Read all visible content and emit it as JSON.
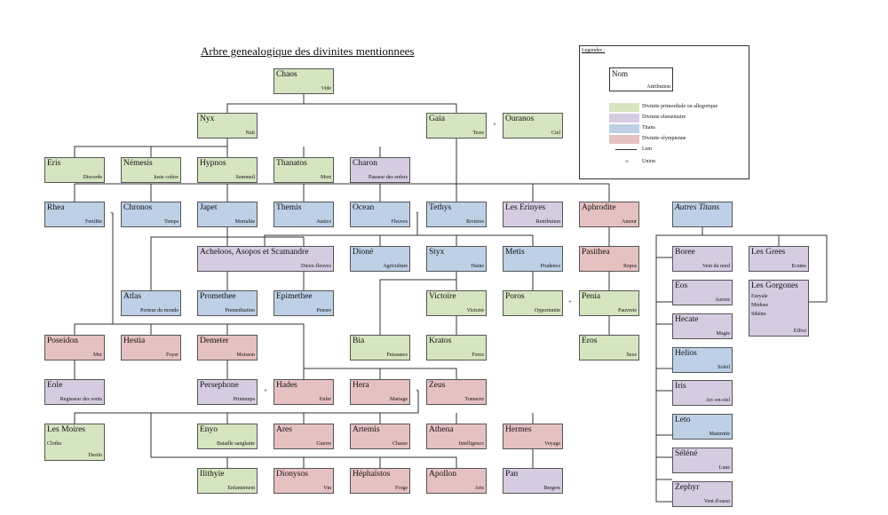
{
  "title": "Arbre genealogique des divinites mentionnees",
  "legend": {
    "title": "Legendes :",
    "sample_name": "Nom",
    "sample_attr": "Attribution",
    "primordial": "Divinite primordiale ou allegorique",
    "elementaire": "Divinite elementaire",
    "titans": "Titans",
    "olympienne": "Divinite olympienne",
    "lien": "Lien",
    "union": "Union",
    "plus": "+"
  },
  "colors": {
    "primordial": "#d5e5c0",
    "elementaire": "#d6cce2",
    "titan": "#bdd0e6",
    "olympien": "#e6c1c1"
  },
  "plus_sign": "+",
  "nodes": {
    "chaos": {
      "name": "Chaos",
      "attr": "Vide"
    },
    "nyx": {
      "name": "Nyx",
      "attr": "Nuit"
    },
    "gaia": {
      "name": "Gaia",
      "attr": "Terre"
    },
    "ouranos": {
      "name": "Ouranos",
      "attr": "Ciel"
    },
    "eris": {
      "name": "Eris",
      "attr": "Discorde"
    },
    "nemesis": {
      "name": "Némesis",
      "attr": "Juste colère"
    },
    "hypnos": {
      "name": "Hypnos",
      "attr": "Sommeil"
    },
    "thanatos": {
      "name": "Thanatos",
      "attr": "Mort"
    },
    "charon": {
      "name": "Charon",
      "attr": "Passeur des enfers"
    },
    "rhea": {
      "name": "Rhea",
      "attr": "Fertilite"
    },
    "chronos": {
      "name": "Chronos",
      "attr": "Temps"
    },
    "japet": {
      "name": "Japet",
      "attr": "Mortalite"
    },
    "themis": {
      "name": "Themis",
      "attr": "Justice"
    },
    "ocean": {
      "name": "Ocean",
      "attr": "Fleuves"
    },
    "tethys": {
      "name": "Tethys",
      "attr": "Rivieres"
    },
    "erinyes": {
      "name": "Les Erinyes",
      "attr": "Retribution"
    },
    "aphrodite": {
      "name": "Aphrodite",
      "attr": "Amour"
    },
    "autres_titans": {
      "name": "Autres Titans",
      "attr": ""
    },
    "acheloos": {
      "name": "Acheloos, Asopos et Scamandre",
      "attr": "Dieux-fleuves"
    },
    "dione": {
      "name": "Dioné",
      "attr": "Agriculture"
    },
    "styx": {
      "name": "Styx",
      "attr": "Haine"
    },
    "metis": {
      "name": "Metis",
      "attr": "Prudence"
    },
    "pasithea": {
      "name": "Pasithea",
      "attr": "Repos"
    },
    "boree": {
      "name": "Boree",
      "attr": "Vent du nord"
    },
    "grees": {
      "name": "Les Grees",
      "attr": "Ecume"
    },
    "atlas": {
      "name": "Atlas",
      "attr": "Porteur du monde"
    },
    "promethee": {
      "name": "Promethee",
      "attr": "Premeditation"
    },
    "epimethee": {
      "name": "Epimethee",
      "attr": "Pensee"
    },
    "victoire": {
      "name": "Victoire",
      "attr": "Victoire"
    },
    "poros": {
      "name": "Poros",
      "attr": "Opportunite"
    },
    "penia": {
      "name": "Penia",
      "attr": "Pauvrete"
    },
    "eos": {
      "name": "Eos",
      "attr": "Aurore"
    },
    "gorgones": {
      "name": "Les Gorgones",
      "lines": [
        "Euryale",
        "Méduse",
        "Sthéno"
      ],
      "attr": "Effroi"
    },
    "poseidon": {
      "name": "Poseidon",
      "attr": "Mer"
    },
    "hestia": {
      "name": "Hestia",
      "attr": "Foyer"
    },
    "demeter": {
      "name": "Demeter",
      "attr": "Moisson"
    },
    "bia": {
      "name": "Bia",
      "attr": "Puissance"
    },
    "kratos": {
      "name": "Kratos",
      "attr": "Force"
    },
    "eros": {
      "name": "Eros",
      "attr": "Sexe"
    },
    "hecate": {
      "name": "Hecate",
      "attr": "Magie"
    },
    "helios": {
      "name": "Helios",
      "attr": "Soleil"
    },
    "eole": {
      "name": "Eole",
      "attr": "Regisseur des vents"
    },
    "persephone": {
      "name": "Persephone",
      "attr": "Printemps"
    },
    "hades": {
      "name": "Hades",
      "attr": "Enfer"
    },
    "hera": {
      "name": "Hera",
      "attr": "Mariage"
    },
    "zeus": {
      "name": "Zeus",
      "attr": "Tonnerre"
    },
    "iris": {
      "name": "Iris",
      "attr": "Arc-en-ciel"
    },
    "moires": {
      "name": "Les Moires",
      "sub": "Clotho",
      "attr": "Destin"
    },
    "enyo": {
      "name": "Enyo",
      "attr": "Bataille sanglante"
    },
    "ares": {
      "name": "Ares",
      "attr": "Guerre"
    },
    "artemis": {
      "name": "Artemis",
      "attr": "Chasse"
    },
    "athena": {
      "name": "Athena",
      "attr": "Intelligence"
    },
    "hermes": {
      "name": "Hermes",
      "attr": "Voyage"
    },
    "leto": {
      "name": "Leto",
      "attr": "Maternite"
    },
    "ilithyie": {
      "name": "Ilithyie",
      "attr": "Enfantement"
    },
    "dionysos": {
      "name": "Dionysos",
      "attr": "Vin"
    },
    "hephaistos": {
      "name": "Héphaïstos",
      "attr": "Forge"
    },
    "apollon": {
      "name": "Apollon",
      "attr": "Arts"
    },
    "pan": {
      "name": "Pan",
      "attr": "Bergers"
    },
    "selene": {
      "name": "Séléné",
      "attr": "Lune"
    },
    "zephyr": {
      "name": "Zephyr",
      "attr": "Vent d'ouest"
    }
  }
}
